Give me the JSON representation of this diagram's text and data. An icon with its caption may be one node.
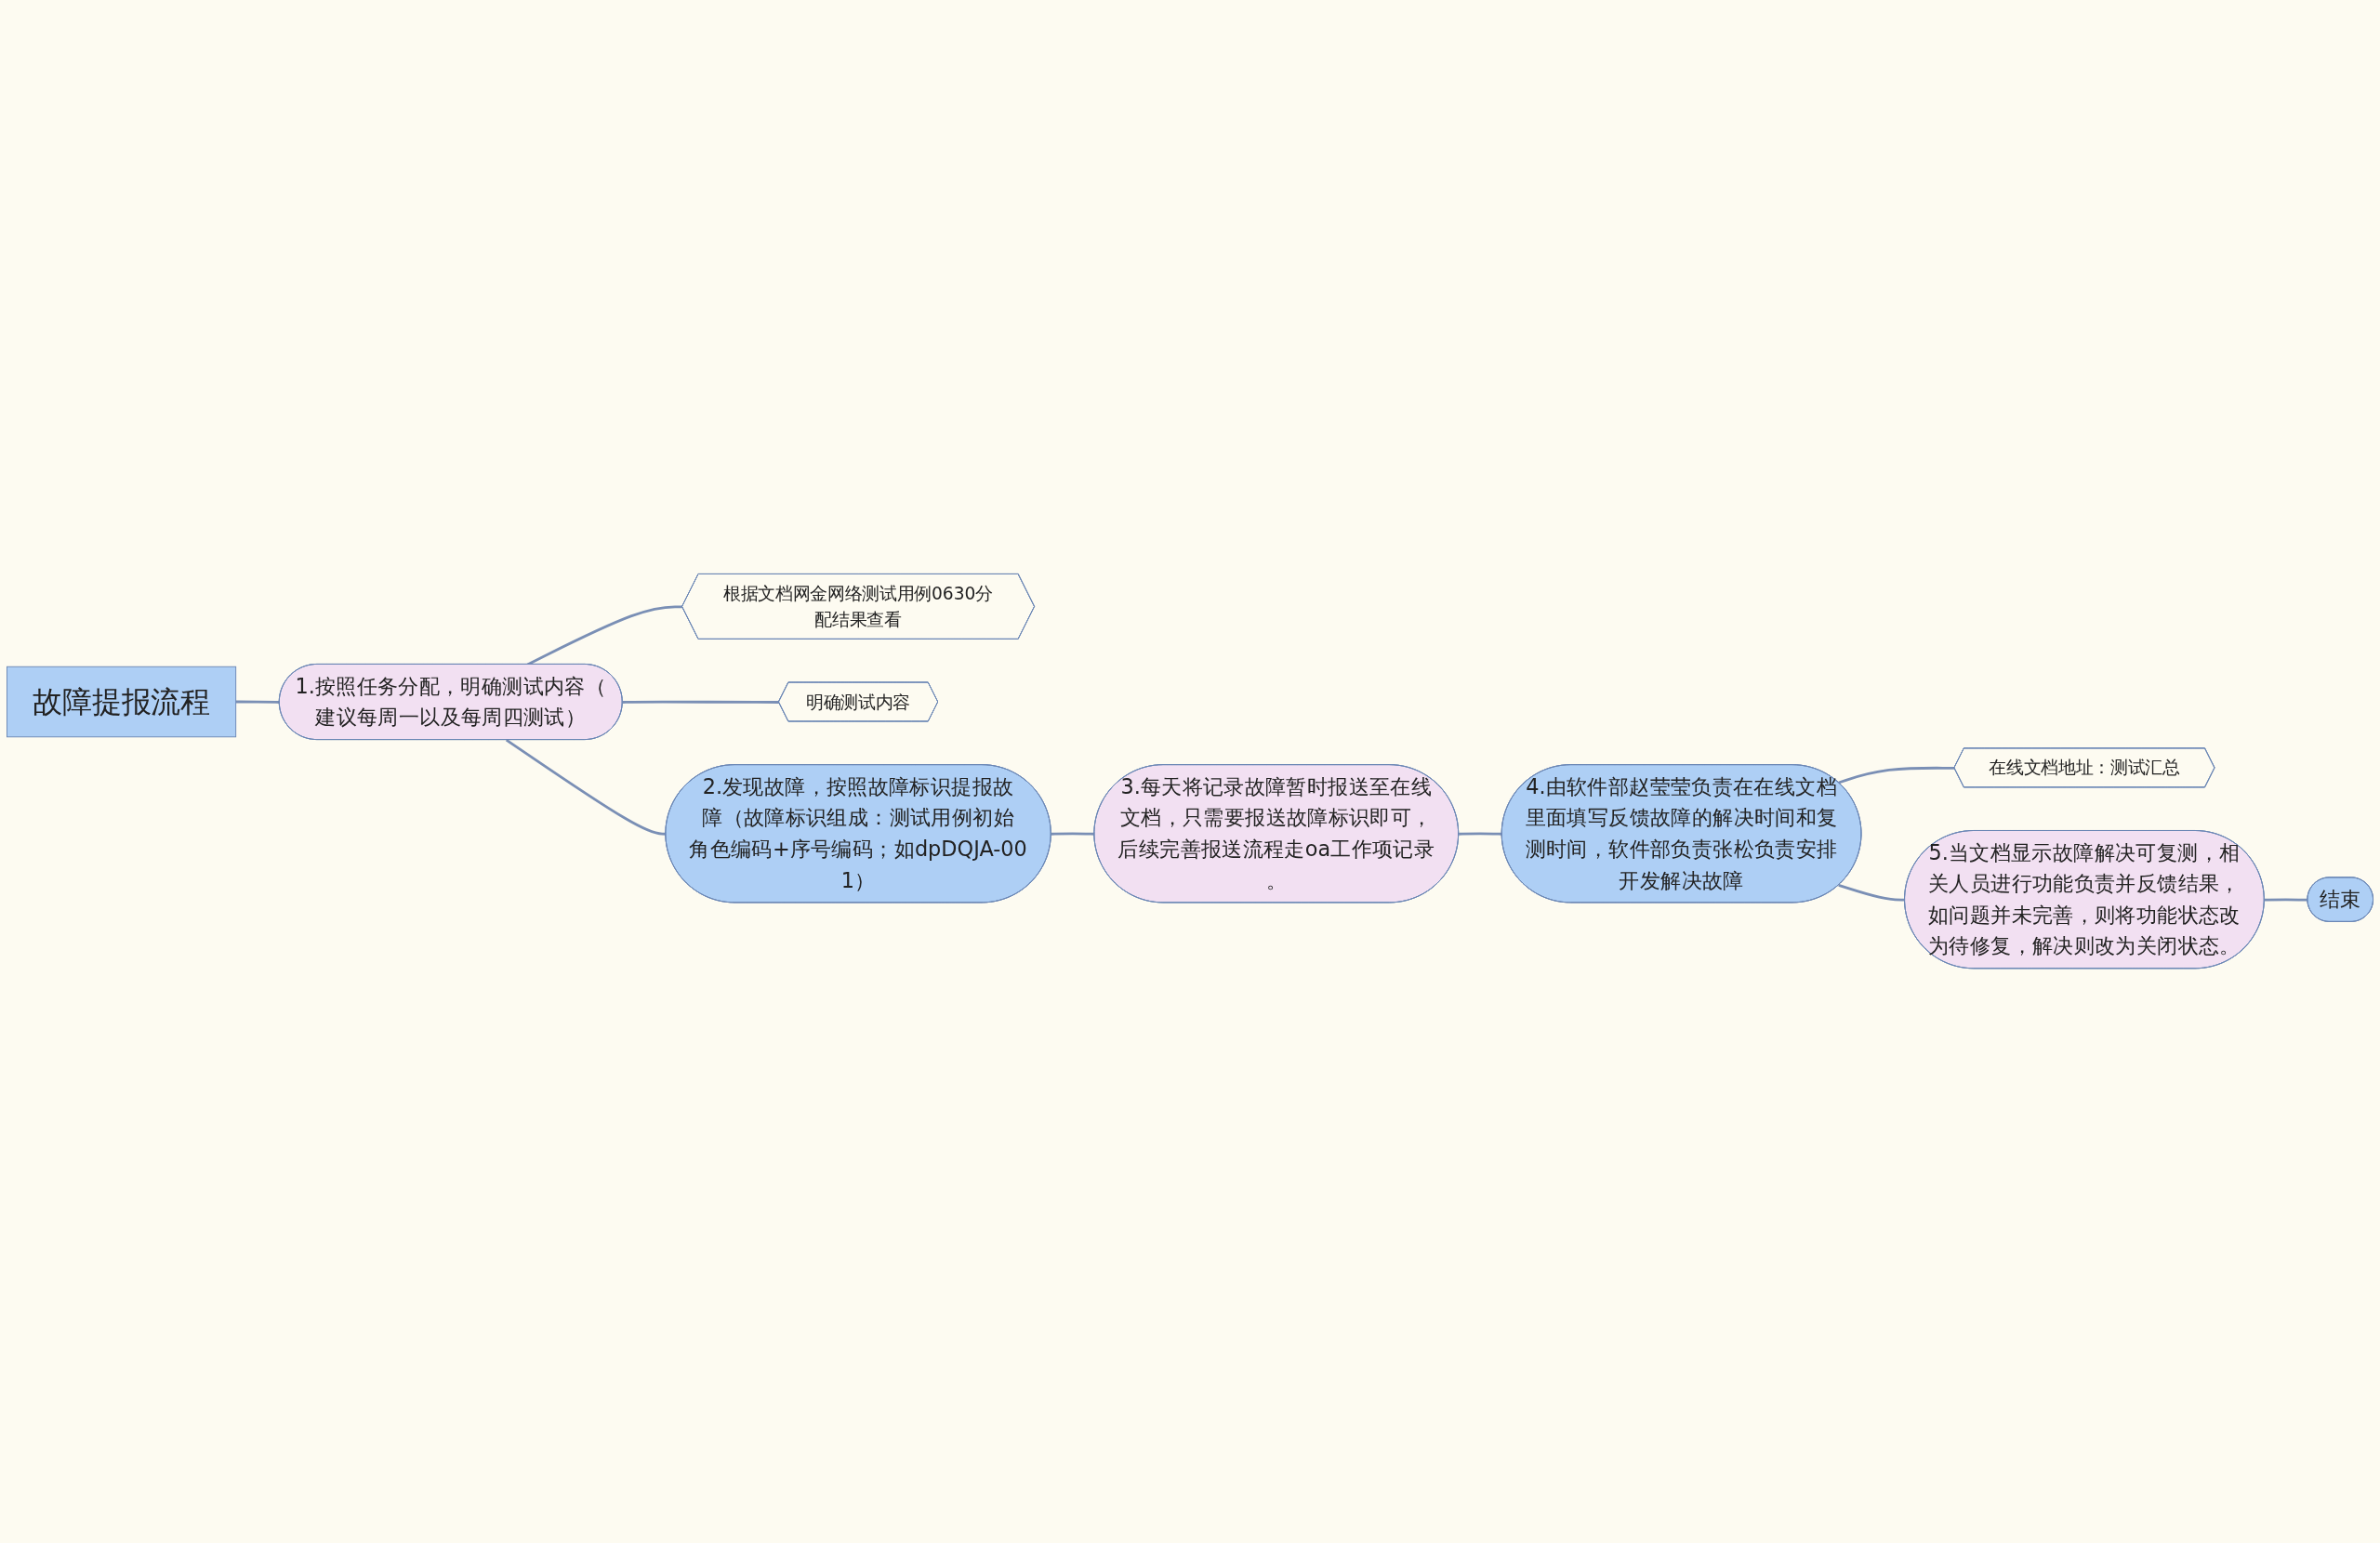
{
  "diagram": {
    "nodes": [
      {
        "text": [
          "故障提报流程"
        ]
      },
      {
        "text": [
          "1.按照任务分配，明确测试内容（建议每周一以及每周四测试）"
        ]
      },
      {
        "text": [
          "根据文档网金网络测试用例0630分配结果查看"
        ]
      },
      {
        "text": [
          "明确测试内容"
        ]
      },
      {
        "text": [
          "2.发现故障，按照故障标识提报故障（故障标识组成：测试用例初始角色编码+序号编码；如dpDQJA-001）"
        ]
      },
      {
        "text": [
          "3.每天将记录故障暂时报送至在线文档，只需要报送故障标识即可，后续完善报送流程走oa工作项记录。"
        ]
      },
      {
        "text": [
          "4.由软件部赵莹莹负责在在线文档里面填写反馈故障的解决时间和复测时间，软件部负责张松负责安排开发解决故障"
        ]
      },
      {
        "text": [
          "在线文档地址：测试汇总"
        ]
      },
      {
        "text": [
          "5.当文档显示故障解决可复测，相关人员进行功能负责并反馈结果，如问题并未完善，则将功能状态改为待修复，解决则改为关闭状态。"
        ]
      },
      {
        "text": [
          "结束"
        ]
      }
    ],
    "edges": [
      {
        "from": 0,
        "to": 1,
        "arrow": "none"
      },
      {
        "from": 1,
        "to": 2,
        "arrow": "none"
      },
      {
        "from": 1,
        "to": 3,
        "arrow": "none"
      },
      {
        "from": 1,
        "to": 4,
        "arrow": "none"
      },
      {
        "from": 4,
        "to": 5,
        "arrow": "none"
      },
      {
        "from": 5,
        "to": 6,
        "arrow": "none"
      },
      {
        "from": 6,
        "to": 7,
        "arrow": "none"
      },
      {
        "from": 6,
        "to": 8,
        "arrow": "none"
      },
      {
        "from": 8,
        "to": 9,
        "arrow": "none"
      }
    ]
  }
}
